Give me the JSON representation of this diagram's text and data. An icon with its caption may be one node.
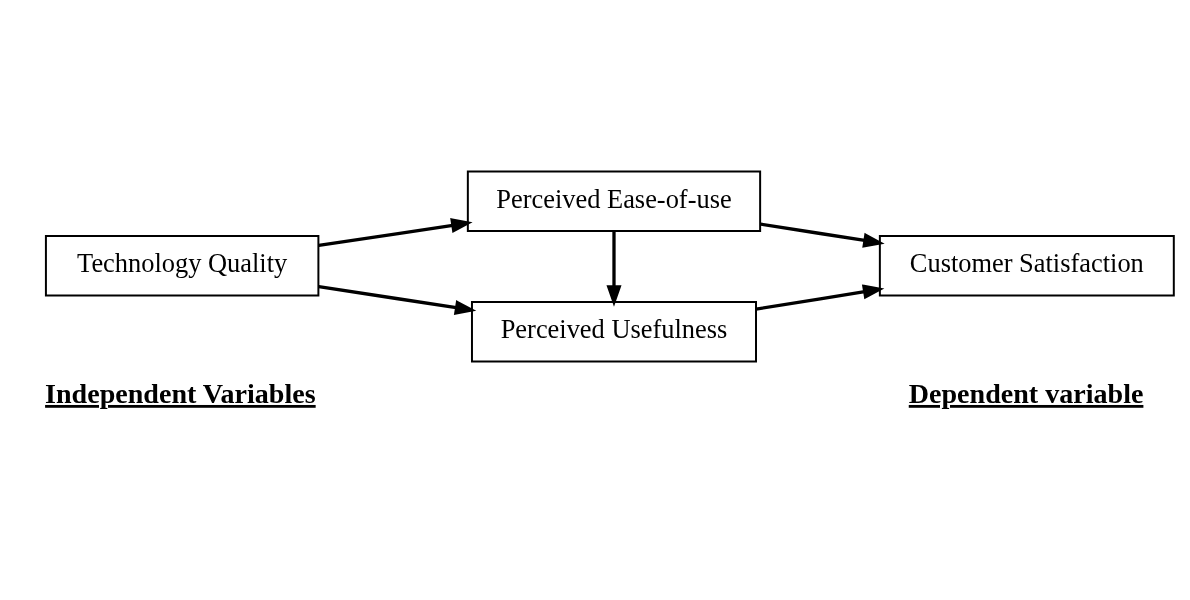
{
  "diagram": {
    "nodes": [
      {
        "text": [
          "Technology Quality"
        ]
      },
      {
        "text": [
          "Perceived Ease-of-use"
        ]
      },
      {
        "text": [
          "Perceived Usefulness"
        ]
      },
      {
        "text": [
          "Customer Satisfaction"
        ]
      }
    ],
    "edges": [
      {
        "from": 0,
        "to": 1,
        "arrow": "to"
      },
      {
        "from": 0,
        "to": 2,
        "arrow": "to"
      },
      {
        "from": 1,
        "to": 2,
        "arrow": "to"
      },
      {
        "from": 1,
        "to": 3,
        "arrow": "to"
      },
      {
        "from": 2,
        "to": 3,
        "arrow": "to"
      }
    ],
    "labels": [
      "Independent Variables",
      "Dependent variable"
    ]
  }
}
